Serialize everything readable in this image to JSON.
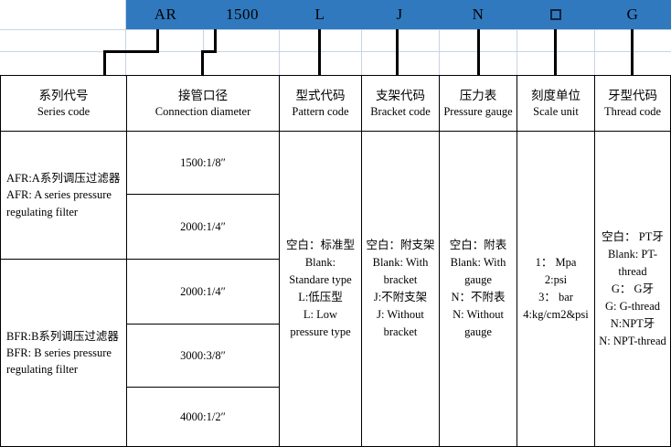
{
  "code_header": {
    "background": "#3079be",
    "segments": [
      {
        "name": "series",
        "label": "AR"
      },
      {
        "name": "connection-diameter",
        "label": "1500"
      },
      {
        "name": "pattern",
        "label": "L"
      },
      {
        "name": "bracket",
        "label": "J"
      },
      {
        "name": "pressure-gauge",
        "label": "N"
      },
      {
        "name": "scale-unit",
        "label": "□"
      },
      {
        "name": "thread",
        "label": "G"
      }
    ]
  },
  "table": {
    "headers": [
      {
        "cn": "系列代号",
        "en": "Series code"
      },
      {
        "cn": "接管口径",
        "en": "Connection diameter"
      },
      {
        "cn": "型式代码",
        "en": "Pattern code"
      },
      {
        "cn": "支架代码",
        "en": "Bracket code"
      },
      {
        "cn": "压力表",
        "en": "Pressure gauge"
      },
      {
        "cn": "刻度单位",
        "en": "Scale unit"
      },
      {
        "cn": "牙型代码",
        "en": "Thread code"
      }
    ],
    "series": [
      {
        "cn": "AFR:A系列调压过滤器",
        "en_line1": "AFR: A series pressure",
        "en_line2": "regulating filter"
      },
      {
        "cn": "BFR:B系列调压过滤器",
        "en_line1": "BFR: B series pressure",
        "en_line2": "regulating filter"
      }
    ],
    "diameters": [
      "1500:1/8″",
      "2000:1/4″",
      "2000:1/4″",
      "3000:3/8″",
      "4000:1/2″"
    ],
    "pattern_code": [
      "空白：标准型",
      "Blank:",
      "Standare type",
      "L:低压型",
      "L: Low",
      "pressure type"
    ],
    "bracket_code": [
      "空白：附支架",
      "Blank: With",
      "bracket",
      "J:不附支架",
      "J: Without",
      "bracket"
    ],
    "pressure_gauge": [
      "空白：附表",
      "Blank: With",
      "gauge",
      "N：不附表",
      "N: Without",
      "gauge"
    ],
    "scale_unit": [
      "1： Mpa",
      "2:psi",
      "3： bar",
      "4:kg/cm2&psi"
    ],
    "thread_code": [
      "空白： PT牙",
      "Blank: PT-",
      "thread",
      "G： G牙",
      "G: G-thread",
      "N:NPT牙",
      "N: NPT-thread"
    ]
  }
}
